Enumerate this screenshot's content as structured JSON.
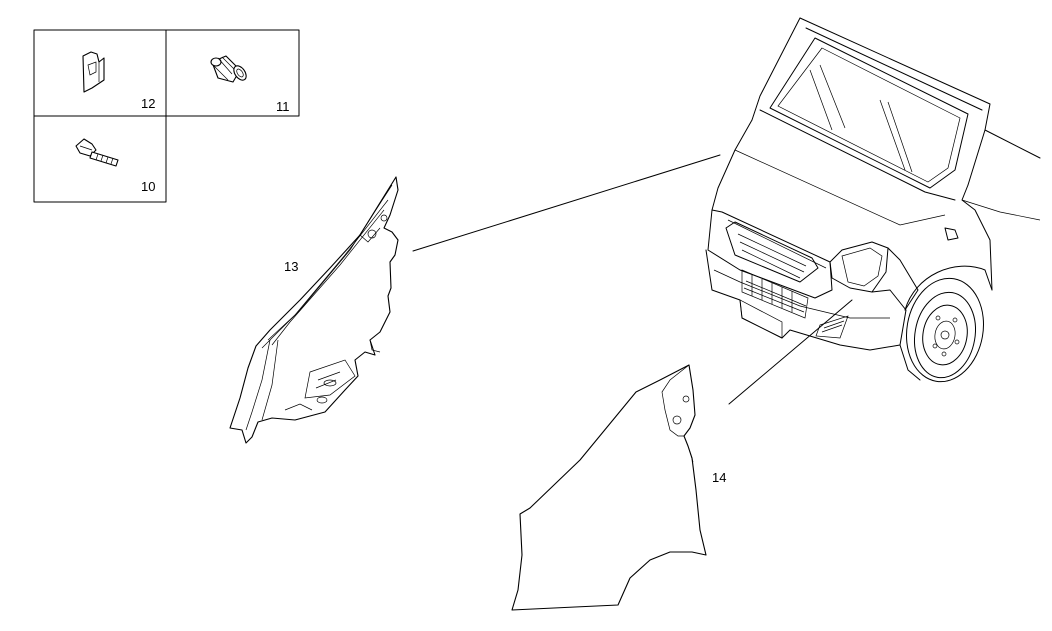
{
  "labels": {
    "p10": "10",
    "p11": "11",
    "p12": "12",
    "p13": "13",
    "p14": "14"
  }
}
